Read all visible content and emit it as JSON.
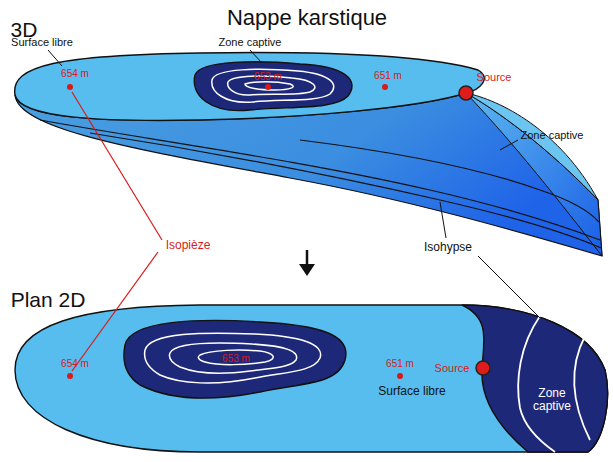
{
  "diagram": {
    "title": "Nappe karstique",
    "labels": [
      "3D",
      "Surface libre",
      "Zone captive",
      "654 m",
      "653 m",
      "651 m",
      "Source",
      "Zone captive",
      "Isopièze",
      "Isohypse",
      "Plan 2D",
      "654 m",
      "653 m",
      "651 m",
      "Source",
      "Surface libre",
      "Zone captive"
    ]
  }
}
